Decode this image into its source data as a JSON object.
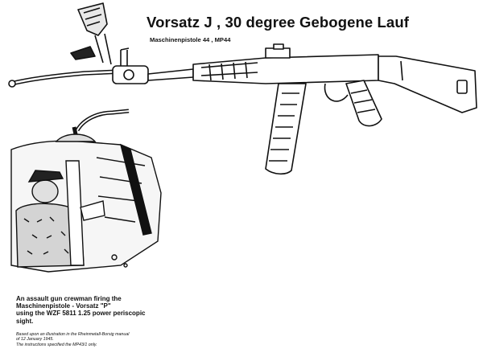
{
  "title": "Vorsatz J , 30 degree Gebogene Lauf",
  "subtitle": "Maschinenpistole 44 , MP44",
  "caption": {
    "lines": [
      "An assault gun crewman firing the",
      "Maschinenpistole - Vorsatz \"P\"",
      "using the WZF 5811 1.25 power periscopic",
      "sight."
    ]
  },
  "note": {
    "lines": [
      "Based upon an illustration in the Rheinmetall-Borsig manual",
      "of 12 January 1945.",
      "The instructions specified the MP43/1 only."
    ]
  }
}
